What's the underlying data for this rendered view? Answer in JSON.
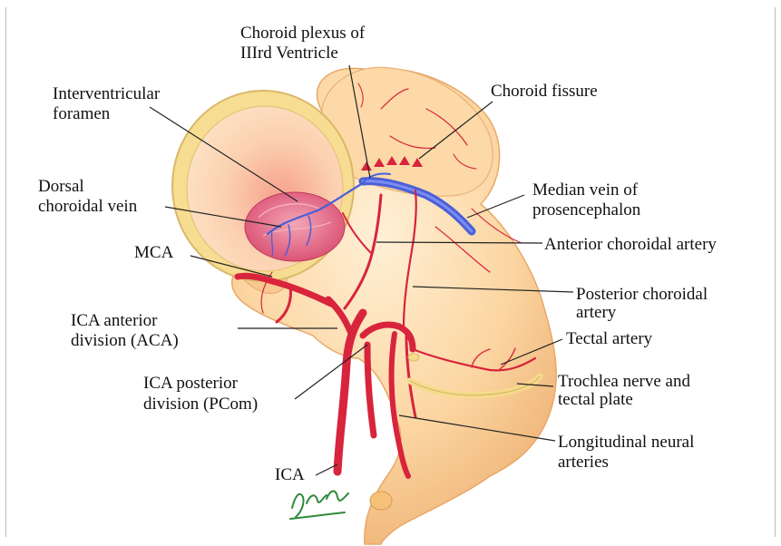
{
  "labels": {
    "choroid_plexus_line1": "Choroid plexus of",
    "choroid_plexus_line2": "IIIrd Ventricle",
    "interventricular_line1": "Interventricular",
    "interventricular_line2": "foramen",
    "choroid_fissure": "Choroid fissure",
    "dorsal_choroidal_line1": "Dorsal",
    "dorsal_choroidal_line2": "choroidal vein",
    "median_vein_line1": "Median vein of",
    "median_vein_line2": "prosencephalon",
    "mca": "MCA",
    "anterior_choroidal_artery": "Anterior choroidal artery",
    "posterior_choroidal_line1": "Posterior choroidal",
    "posterior_choroidal_line2": "artery",
    "ica_anterior_line1": "ICA anterior",
    "ica_anterior_line2": "division (ACA)",
    "tectal_artery": "Tectal artery",
    "ica_posterior_line1": "ICA posterior",
    "ica_posterior_line2": "division (PCom)",
    "trochlea_line1": "Trochlea nerve and",
    "trochlea_line2": "tectal plate",
    "longitudinal_line1": "Longitudinal neural",
    "longitudinal_line2": "arteries",
    "ica": "ICA"
  },
  "colors": {
    "tissue_fill": "#fcd8a8",
    "tissue_shadow": "#f1b97c",
    "artery": "#d8243c",
    "vein": "#4a5fd8",
    "rim": "#f4dc8c",
    "plexus": "#e85a78",
    "label_text": "#111111",
    "leader_line": "#222222"
  }
}
